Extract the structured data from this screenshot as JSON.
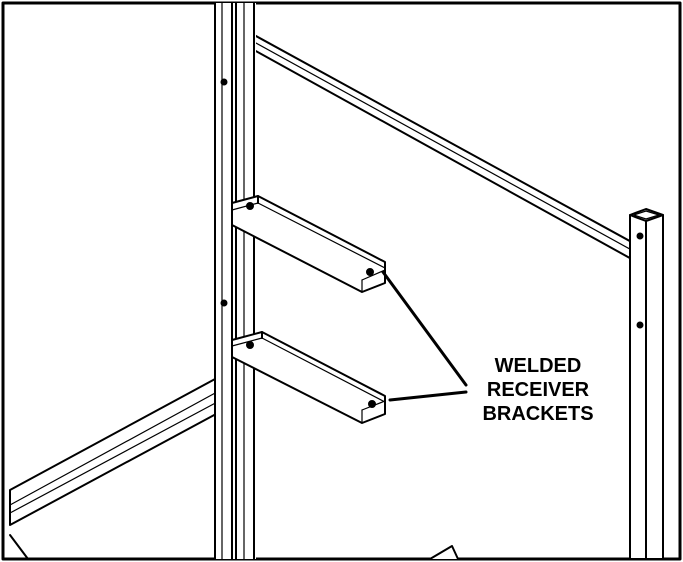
{
  "callout": {
    "lines": [
      "WELDED",
      "RECEIVER",
      "BRACKETS"
    ]
  },
  "colors": {
    "ink": "#000000",
    "paper": "#ffffff"
  },
  "icons": {
    "drawing": "frame-assembly-line-drawing"
  }
}
